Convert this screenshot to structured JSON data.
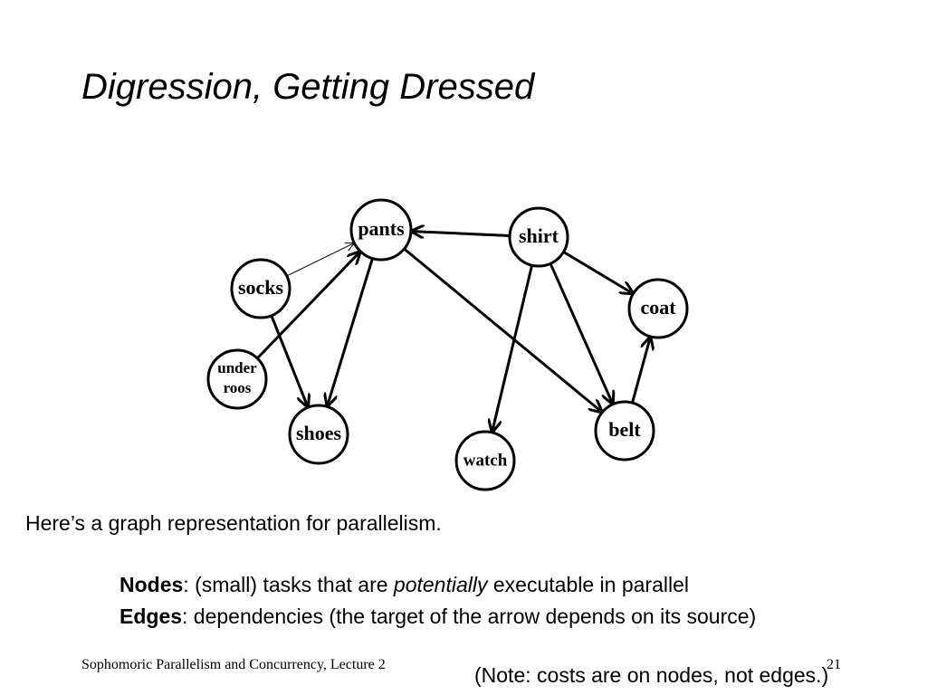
{
  "slide": {
    "title": "Digression, Getting Dressed"
  },
  "diagram": {
    "nodes": [
      {
        "id": "pants",
        "label": "pants"
      },
      {
        "id": "shirt",
        "label": "shirt"
      },
      {
        "id": "socks",
        "label": "socks"
      },
      {
        "id": "coat",
        "label": "coat"
      },
      {
        "id": "underroos",
        "label": "under roos",
        "lines": [
          "under",
          "roos"
        ]
      },
      {
        "id": "shoes",
        "label": "shoes"
      },
      {
        "id": "belt",
        "label": "belt"
      },
      {
        "id": "watch",
        "label": "watch"
      }
    ],
    "edges": [
      {
        "from": "socks",
        "to": "pants"
      },
      {
        "from": "socks",
        "to": "shoes"
      },
      {
        "from": "underroos",
        "to": "pants"
      },
      {
        "from": "pants",
        "to": "shoes"
      },
      {
        "from": "pants",
        "to": "belt"
      },
      {
        "from": "shirt",
        "to": "pants"
      },
      {
        "from": "shirt",
        "to": "coat"
      },
      {
        "from": "shirt",
        "to": "watch"
      },
      {
        "from": "shirt",
        "to": "belt"
      },
      {
        "from": "belt",
        "to": "coat"
      }
    ]
  },
  "text": {
    "intro": "Here’s a graph representation for parallelism.",
    "nodes_term": "Nodes",
    "nodes_def_a": ": (small) tasks that are ",
    "nodes_def_em": "potentially",
    "nodes_def_b": " executable in parallel",
    "edges_term": "Edges",
    "edges_def": ": dependencies (the target of the arrow depends on its source)",
    "note": "(Note: costs are on nodes, not edges.)"
  },
  "footer": {
    "course": "Sophomoric Parallelism and Concurrency, Lecture 2",
    "page": "21"
  }
}
